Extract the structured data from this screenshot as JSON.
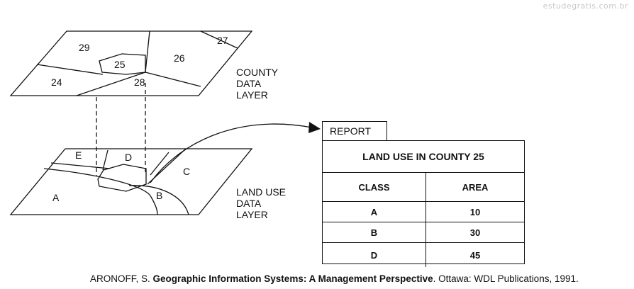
{
  "watermark": "estudegratis.com.br",
  "county_layer": {
    "label_lines": [
      "COUNTY",
      "DATA",
      "LAYER"
    ],
    "polygons": [
      "29",
      "27",
      "25",
      "26",
      "24",
      "28"
    ]
  },
  "landuse_layer": {
    "label_lines": [
      "LAND USE",
      "DATA",
      "LAYER"
    ],
    "polygons": [
      "E",
      "D",
      "C",
      "A",
      "B"
    ]
  },
  "report": {
    "tab": "REPORT",
    "title": "LAND USE IN COUNTY 25",
    "headers": [
      "CLASS",
      "AREA"
    ],
    "rows": [
      {
        "class": "A",
        "area": "10"
      },
      {
        "class": "B",
        "area": "30"
      },
      {
        "class": "D",
        "area": "45"
      }
    ]
  },
  "citation": {
    "author": "ARONOFF, S.",
    "title": "Geographic Information Systems: A Management Perspective",
    "rest": ". Ottawa: WDL Publications, 1991."
  }
}
